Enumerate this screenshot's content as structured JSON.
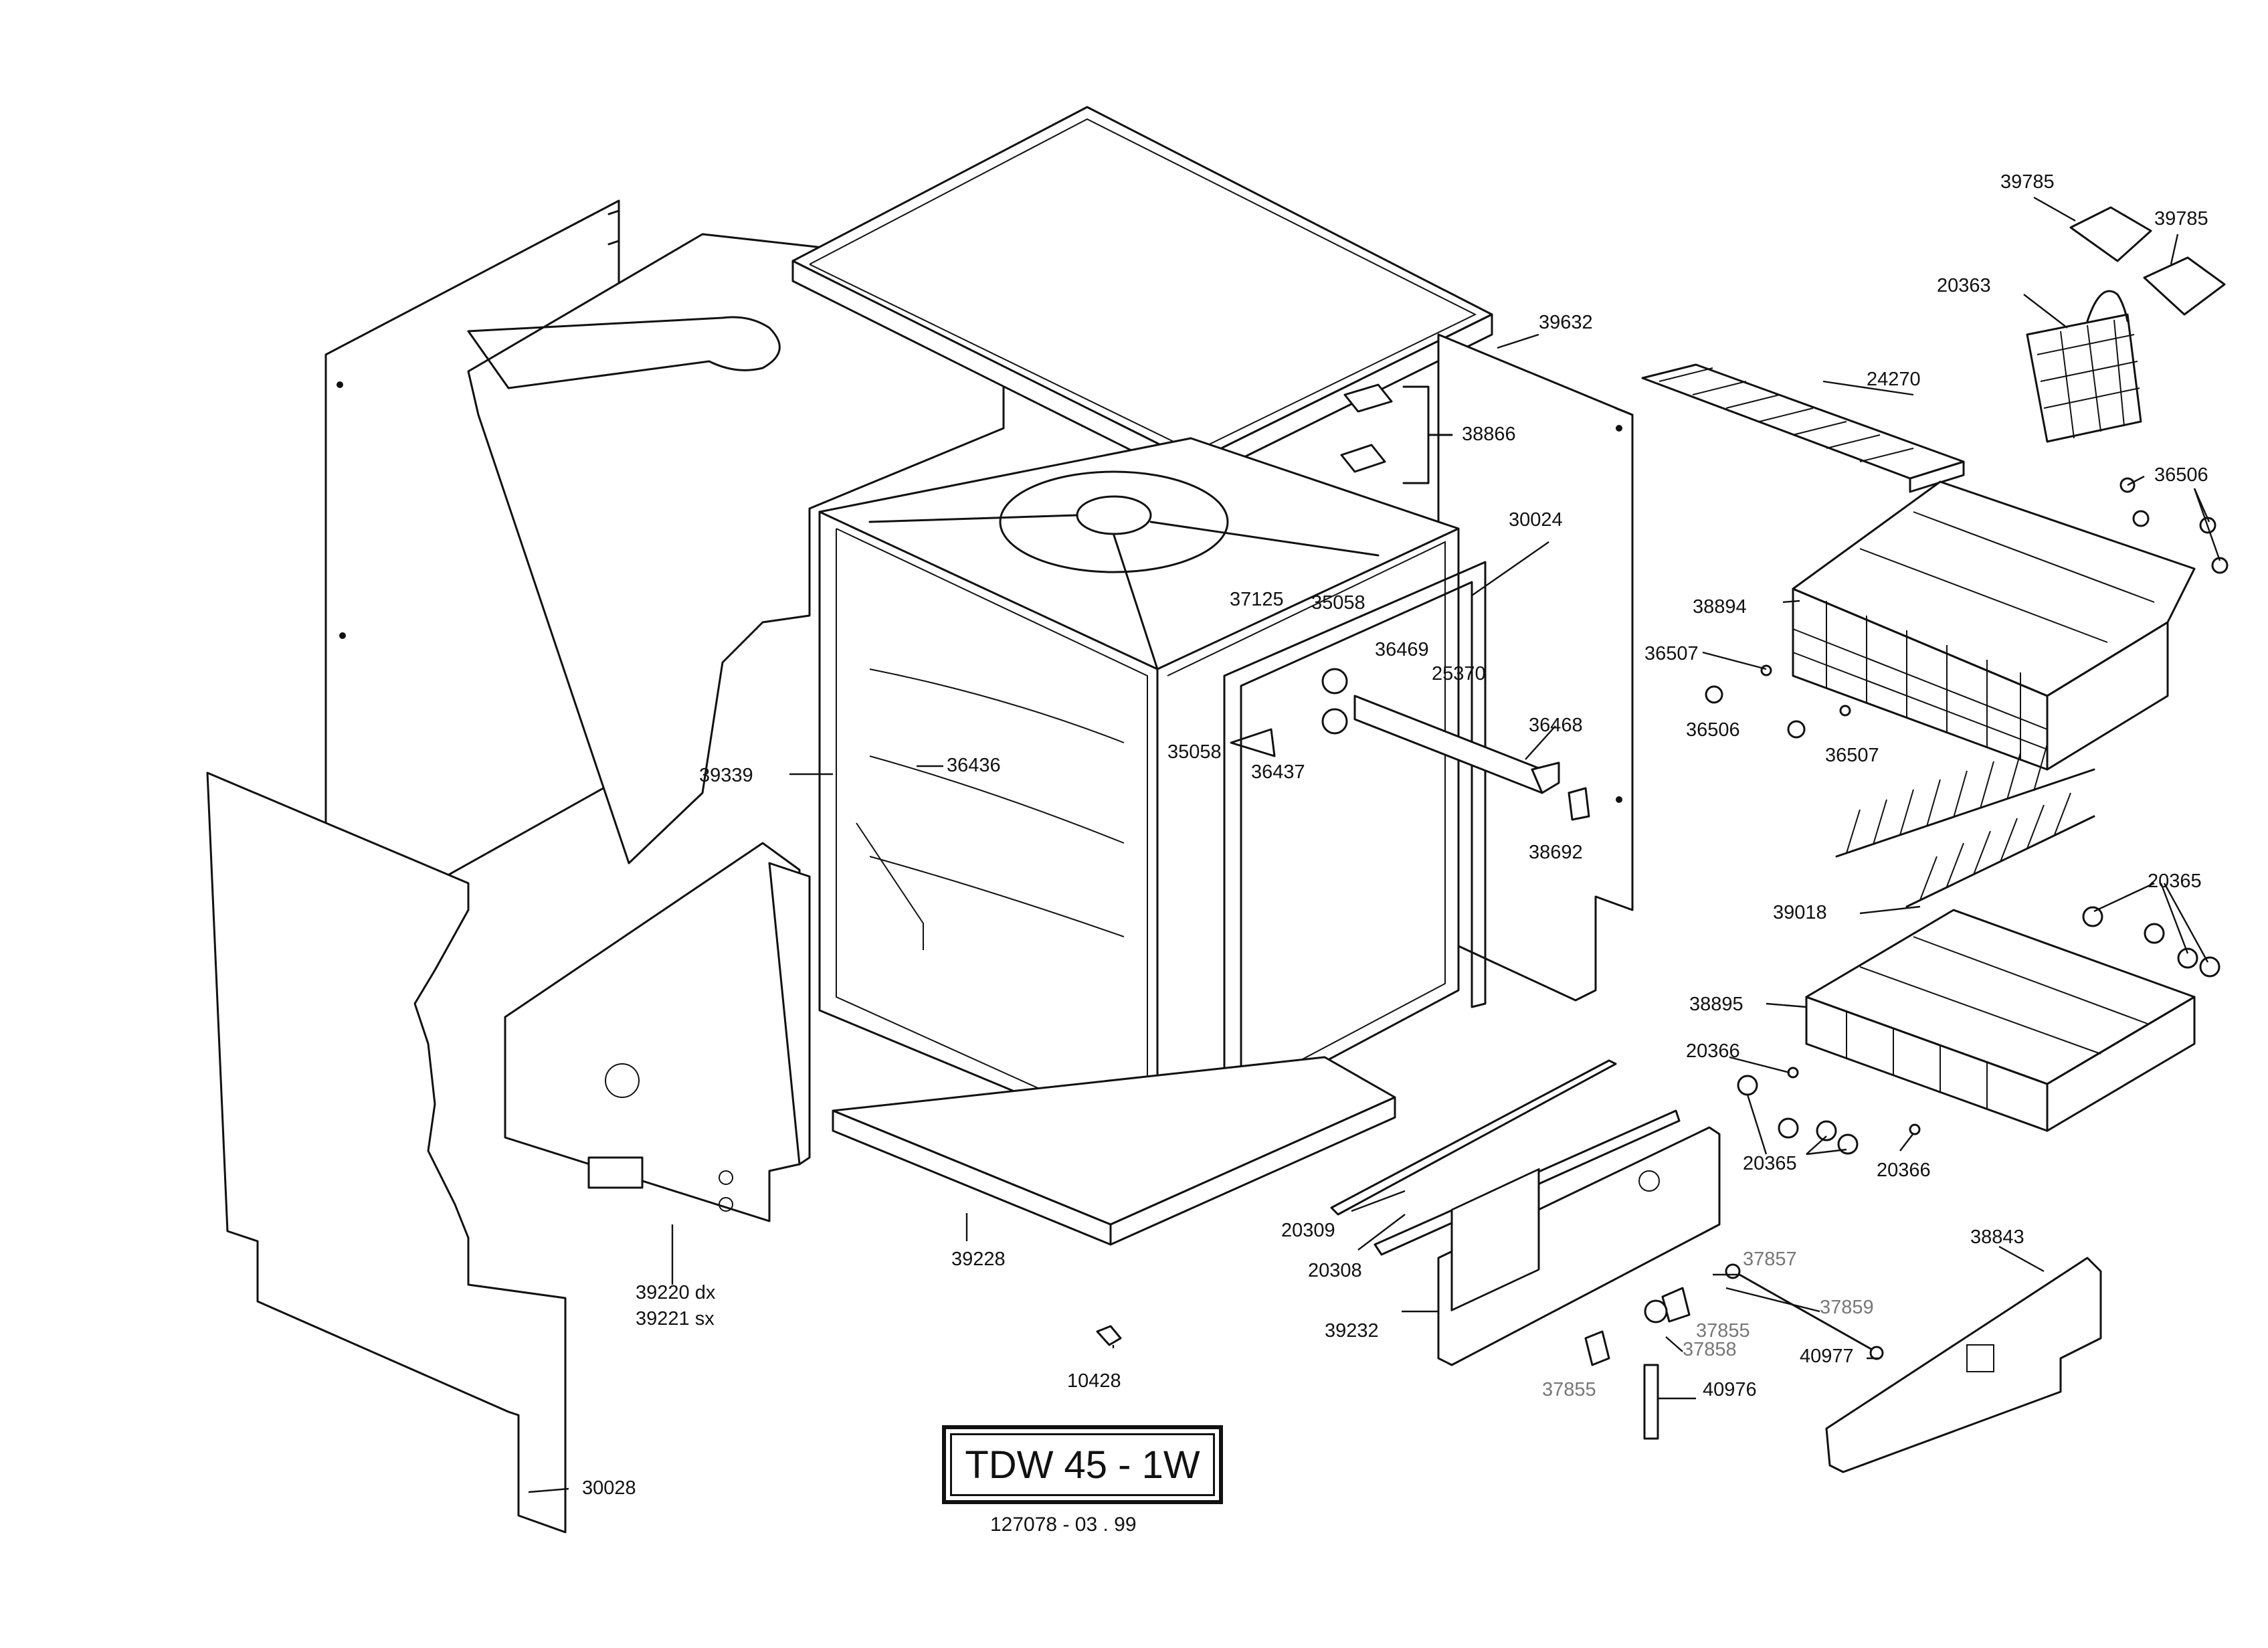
{
  "model_title": "TDW 45 - 1W",
  "drawing_number": "127078  -  03 . 99",
  "parts": [
    {
      "key": "p39785a",
      "text": "39785"
    },
    {
      "key": "p39785b",
      "text": "39785"
    },
    {
      "key": "p20363",
      "text": "20363"
    },
    {
      "key": "p39632",
      "text": "39632"
    },
    {
      "key": "p24270",
      "text": "24270"
    },
    {
      "key": "p38866",
      "text": "38866"
    },
    {
      "key": "p30024",
      "text": "30024"
    },
    {
      "key": "p36506a",
      "text": "36506"
    },
    {
      "key": "p37125",
      "text": "37125"
    },
    {
      "key": "p35058a",
      "text": "35058"
    },
    {
      "key": "p38894",
      "text": "38894"
    },
    {
      "key": "p36469",
      "text": "36469"
    },
    {
      "key": "p25370",
      "text": "25370"
    },
    {
      "key": "p36507a",
      "text": "36507"
    },
    {
      "key": "p36506b",
      "text": "36506"
    },
    {
      "key": "p36507b",
      "text": "36507"
    },
    {
      "key": "p36468",
      "text": "36468"
    },
    {
      "key": "p39339",
      "text": "39339"
    },
    {
      "key": "p36436",
      "text": "36436"
    },
    {
      "key": "p35058b",
      "text": "35058"
    },
    {
      "key": "p36437",
      "text": "36437"
    },
    {
      "key": "p38692",
      "text": "38692"
    },
    {
      "key": "p39018",
      "text": "39018"
    },
    {
      "key": "p20365a",
      "text": "20365"
    },
    {
      "key": "p38895",
      "text": "38895"
    },
    {
      "key": "p20366a",
      "text": "20366"
    },
    {
      "key": "p20365b",
      "text": "20365"
    },
    {
      "key": "p20366b",
      "text": "20366"
    },
    {
      "key": "p20309",
      "text": "20309"
    },
    {
      "key": "p38843",
      "text": "38843"
    },
    {
      "key": "p39228",
      "text": "39228"
    },
    {
      "key": "p20308",
      "text": "20308"
    },
    {
      "key": "p37857",
      "text": "37857"
    },
    {
      "key": "p39220",
      "text": "39220 dx"
    },
    {
      "key": "p39221",
      "text": "39221 sx"
    },
    {
      "key": "p37859",
      "text": "37859"
    },
    {
      "key": "p37855a",
      "text": "37855"
    },
    {
      "key": "p39232",
      "text": "39232"
    },
    {
      "key": "p37858",
      "text": "37858"
    },
    {
      "key": "p40977",
      "text": "40977"
    },
    {
      "key": "p10428",
      "text": "10428"
    },
    {
      "key": "p37855b",
      "text": "37855"
    },
    {
      "key": "p40976",
      "text": "40976"
    },
    {
      "key": "p30028",
      "text": "30028"
    }
  ]
}
